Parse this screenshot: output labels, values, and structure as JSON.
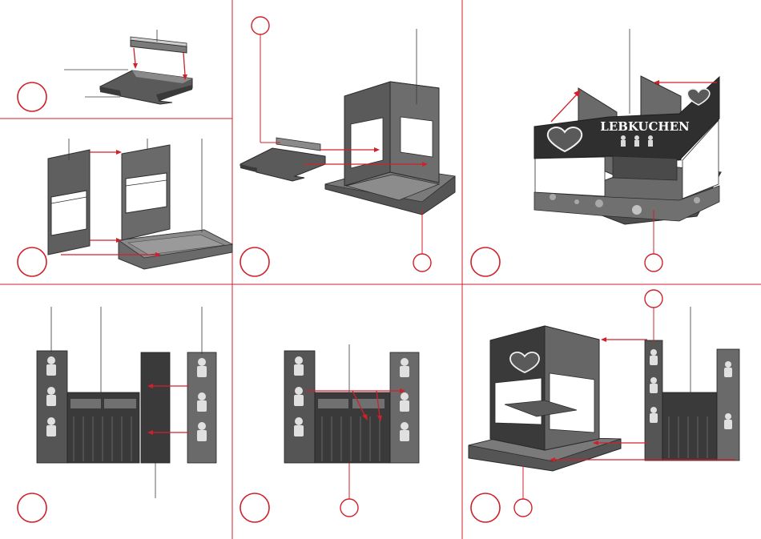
{
  "sheet": {
    "accent_color": "#d0202a",
    "part_dark": "#3f3f3f",
    "part_mid": "#6e6e6e",
    "part_light": "#bdbdbd",
    "base_dark": "#555555"
  },
  "steps": [
    {
      "panel": "top-left-upper",
      "callouts": 1
    },
    {
      "panel": "top-left-lower",
      "callouts": 1
    },
    {
      "panel": "top-middle",
      "callouts": 3
    },
    {
      "panel": "top-right",
      "callouts": 2
    },
    {
      "panel": "bottom-left",
      "callouts": 1
    },
    {
      "panel": "bottom-middle",
      "callouts": 2
    },
    {
      "panel": "bottom-right",
      "callouts": 3
    }
  ],
  "booth_sign": {
    "title": "LEBKUCHEN"
  }
}
